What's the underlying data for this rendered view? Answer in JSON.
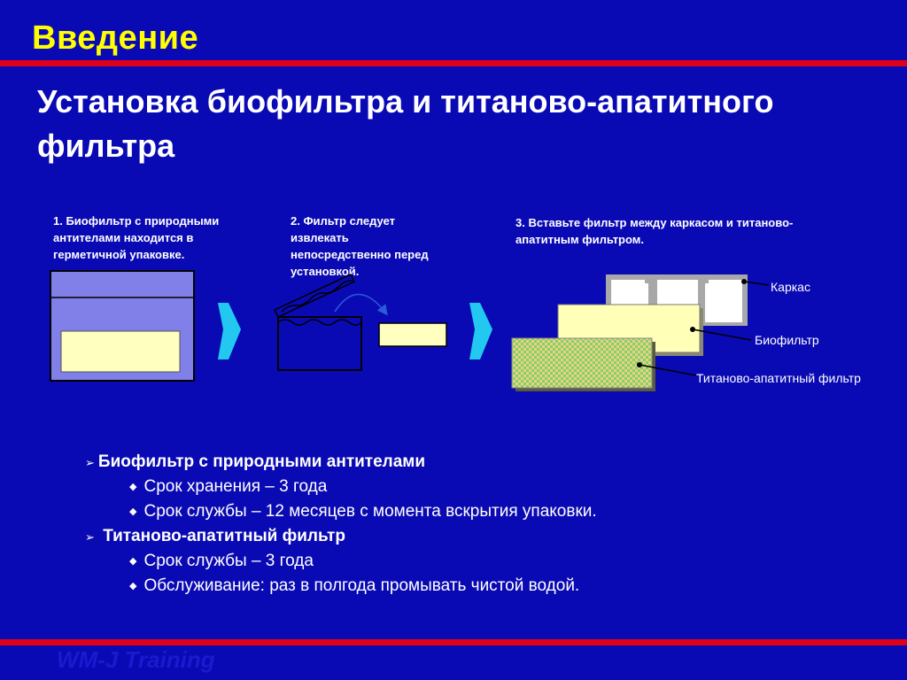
{
  "header": {
    "section_title": "Введение",
    "main_title": "Установка биофильтра и титаново-апатитного фильтра"
  },
  "steps": [
    {
      "text": "1. Биофильтр с природными антителами находится в герметичной упаковке."
    },
    {
      "text": "2. Фильтр следует извлекать непосредственно перед установкой."
    },
    {
      "text": "3. Вставьте фильтр между каркасом и титаново-апатитным фильтром."
    }
  ],
  "callouts": {
    "frame": "Каркас",
    "biofilter": "Биофильтр",
    "titanium": "Титаново-апатитный фильтр"
  },
  "bullets": [
    {
      "title": "Биофильтр с природными антителами",
      "items": [
        "Срок хранения – 3 года",
        "Срок службы – 12 месяцев с момента вскрытия упаковки."
      ]
    },
    {
      "title": "Титаново-апатитный фильтр",
      "items": [
        "Срок службы – 3 года",
        "Обслуживание: раз в полгода промывать чистой водой."
      ]
    }
  ],
  "footer": {
    "text": "WM-J Training"
  },
  "colors": {
    "background": "#0a0ab4",
    "accent_red": "#e0001a",
    "title_yellow": "#ffff00",
    "arrow_cyan": "#22c8f0",
    "filter_yellow": "#ffffc0"
  }
}
